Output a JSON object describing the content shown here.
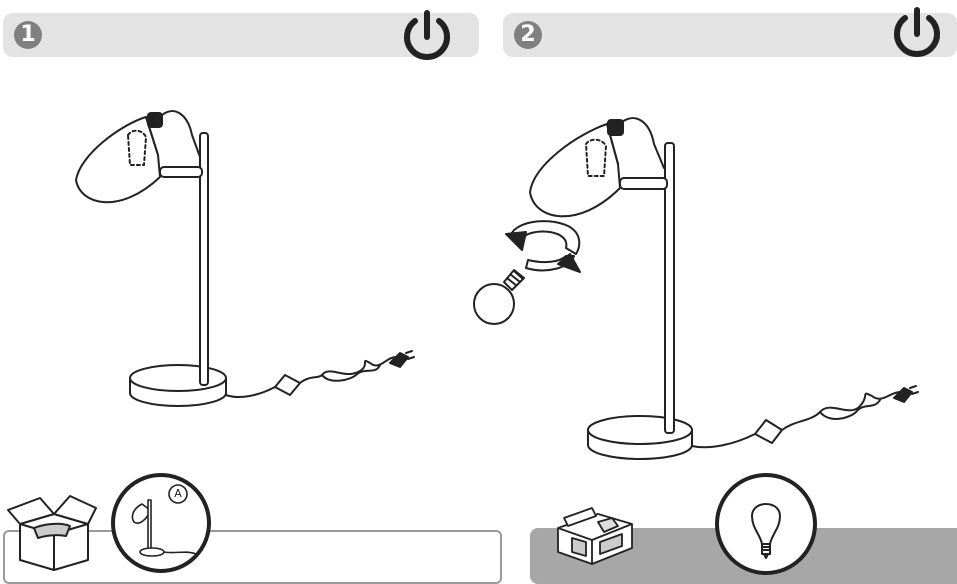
{
  "steps": [
    {
      "number": "1",
      "icons": [
        "power-icon",
        "desk-lamp-icon",
        "package-box-icon"
      ]
    },
    {
      "number": "2",
      "icons": [
        "power-icon",
        "desk-lamp-icon",
        "rotate-arrows-icon",
        "light-bulb-icon",
        "open-packaging-icon"
      ]
    }
  ],
  "detail_label": "A",
  "colors": {
    "bar": "#e3e3e3",
    "line": "#222222",
    "panel_dark": "#a7a7a7"
  }
}
